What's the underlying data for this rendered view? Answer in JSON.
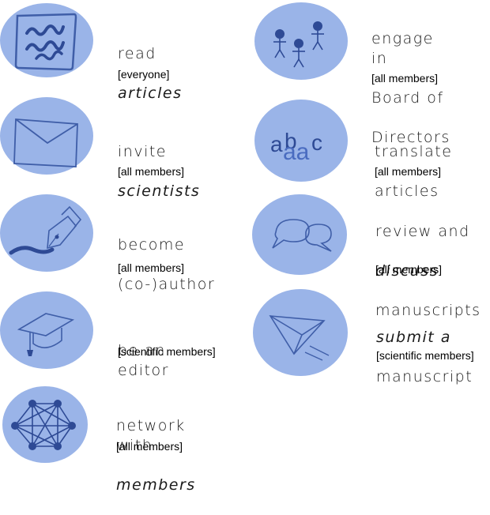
{
  "activities": [
    {
      "title_lines": [
        "read",
        "articles"
      ],
      "audience": "[everyone]",
      "icon": "document-icon"
    },
    {
      "title_lines": [
        "invite",
        "scientists"
      ],
      "audience": "[all members]",
      "icon": "envelope-icon"
    },
    {
      "title_lines": [
        "become",
        "(co-)author"
      ],
      "audience": "[all members]",
      "icon": "fountain-pen-icon"
    },
    {
      "title_lines": [
        "be an editor"
      ],
      "audience": "[scientific members]",
      "icon": "graduation-cap-icon"
    },
    {
      "title_lines": [
        "network with",
        "members"
      ],
      "audience": "[all members]",
      "icon": "network-icon"
    },
    {
      "title_lines": [
        "engage in",
        "Board of",
        "Directors"
      ],
      "audience": "[all members]",
      "icon": "people-icon"
    },
    {
      "title_lines": [
        "translate",
        "articles"
      ],
      "audience": "[all members]",
      "icon": "translate-icon"
    },
    {
      "title_lines": [
        "review and",
        "discuss",
        "manuscripts"
      ],
      "audience": "[all members]",
      "icon": "speech-bubbles-icon"
    },
    {
      "title_lines": [
        "submit a",
        "manuscript"
      ],
      "audience": "[scientific members]",
      "icon": "paper-plane-icon"
    }
  ],
  "icon_text": {
    "translate_a": "a",
    "translate_b": "b",
    "translate_c": "c",
    "translate_aa": "aa"
  },
  "colors": {
    "circle": "#9ab4e8",
    "icon_stroke": "#3f5ea8",
    "text": "#1a1a1a"
  }
}
